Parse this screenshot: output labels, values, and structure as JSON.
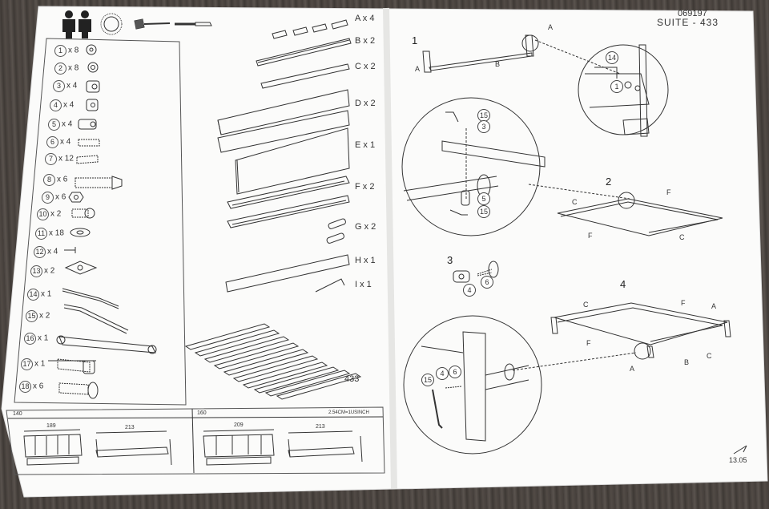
{
  "header": {
    "code": "069197",
    "model": "SUITE - 433"
  },
  "page_ref": "13.05",
  "parts": [
    {
      "num": "1",
      "qty": "x 8"
    },
    {
      "num": "2",
      "qty": "x 8"
    },
    {
      "num": "3",
      "qty": "x 4"
    },
    {
      "num": "4",
      "qty": "x 4"
    },
    {
      "num": "5",
      "qty": "x 4"
    },
    {
      "num": "6",
      "qty": "x 4"
    },
    {
      "num": "7",
      "qty": "x 12"
    },
    {
      "num": "8",
      "qty": "x 6"
    },
    {
      "num": "9",
      "qty": "x 6"
    },
    {
      "num": "10",
      "qty": "x 2"
    },
    {
      "num": "11",
      "qty": "x 18"
    },
    {
      "num": "12",
      "qty": "x 4"
    },
    {
      "num": "13",
      "qty": "x 2"
    },
    {
      "num": "14",
      "qty": "x 1"
    },
    {
      "num": "15",
      "qty": "x 2"
    },
    {
      "num": "16",
      "qty": "x 1"
    },
    {
      "num": "17",
      "qty": "x 1"
    },
    {
      "num": "18",
      "qty": "x 6"
    }
  ],
  "components": [
    "A x 4",
    "B x 2",
    "C x 2",
    "D x 2",
    "E x 1",
    "F x 2",
    "G x 2",
    "H x 1",
    "I x 1"
  ],
  "slat_label": "433",
  "dimensions": {
    "panel1": {
      "size": "140",
      "width": "189",
      "length": "213"
    },
    "panel2": {
      "size": "160",
      "width": "209",
      "length": "213",
      "note": "2.54CM=1USINCH"
    }
  },
  "steps": [
    "1",
    "2",
    "3",
    "4"
  ],
  "callouts": {
    "s1": [
      "A",
      "A",
      "B",
      "14",
      "1"
    ],
    "d2": [
      "15",
      "3",
      "5",
      "15"
    ],
    "s2": [
      "C",
      "F",
      "F",
      "C"
    ],
    "s3": [
      "4",
      "6"
    ],
    "s4": [
      "C",
      "F",
      "A",
      "F",
      "A",
      "B",
      "C"
    ],
    "d4": [
      "15",
      "4",
      "6"
    ]
  },
  "colors": {
    "paper": "#fbfbfa",
    "ink": "#333333",
    "wood": "#4a4440"
  }
}
